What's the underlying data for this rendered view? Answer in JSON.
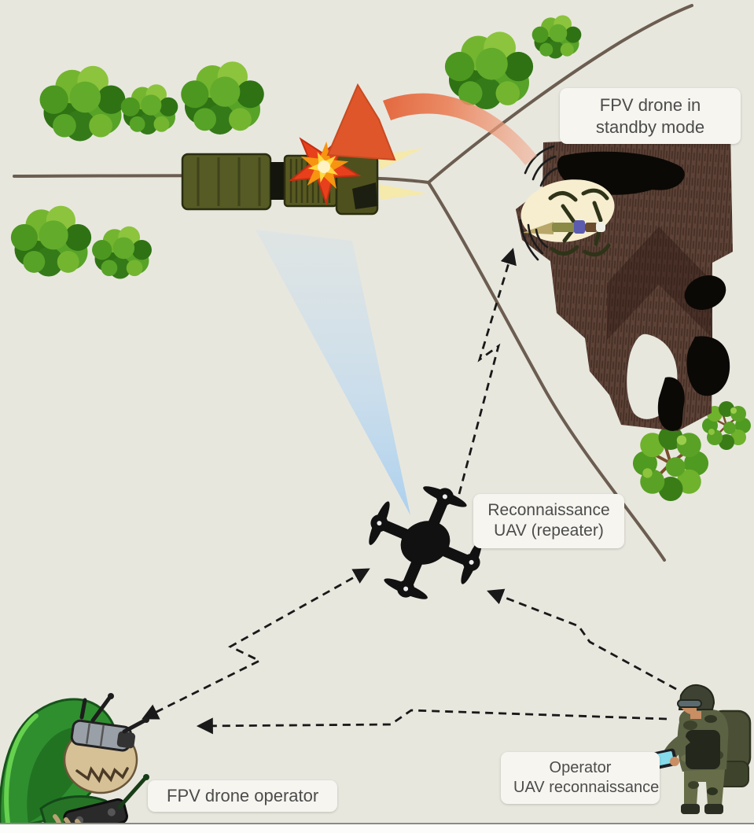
{
  "diagram": {
    "title_context": "FPV drone ambush tactic diagram",
    "labels": {
      "fpv_standby": {
        "line1": "FPV drone in",
        "line2": "standby mode"
      },
      "recon_uav": {
        "line1": "Reconnaissance",
        "line2": "UAV (repeater)"
      },
      "fpv_operator": {
        "text": "FPV drone operator"
      },
      "operator_uav": {
        "line1": "Operator",
        "line2": "UAV reconnaissance"
      }
    },
    "entities": [
      "military-truck",
      "explosion",
      "attack-arrow",
      "destroyed-building",
      "fpv-drone-on-standby",
      "radio-wave-arcs",
      "reconnaissance-uav",
      "camera-view-cone",
      "radio-link-dashed-arrows",
      "fpv-drone-operator",
      "uav-reconnaissance-operator",
      "roads",
      "trees"
    ],
    "colors": {
      "background": "#e8e7de",
      "label_background": "#f6f5f0",
      "label_text": "#4c4c4c",
      "road": "#6b5d50",
      "attack_arrow": "#e0562b",
      "attack_arrow_fade": "#f2b39b",
      "explosion_red": "#e8401c",
      "explosion_orange": "#f79410",
      "explosion_yellow": "#ffd83d",
      "truck_olive": "#565a24",
      "building_brown": "#5d4237",
      "building_holes": "#0b0906",
      "spotlight_cream": "#f6eecf",
      "camera_cone_blue": "#aed4f2",
      "drone_black": "#111111",
      "link_dash": "#191919",
      "tree_green_dark": "#2e7214",
      "tree_green_mid": "#4f9a20",
      "tree_green_light": "#8cc43d",
      "operator_hoodie_green": "#2f8f2f",
      "soldier_camo": "#5b6143",
      "tablet_screen_cyan": "#86dcea"
    }
  }
}
